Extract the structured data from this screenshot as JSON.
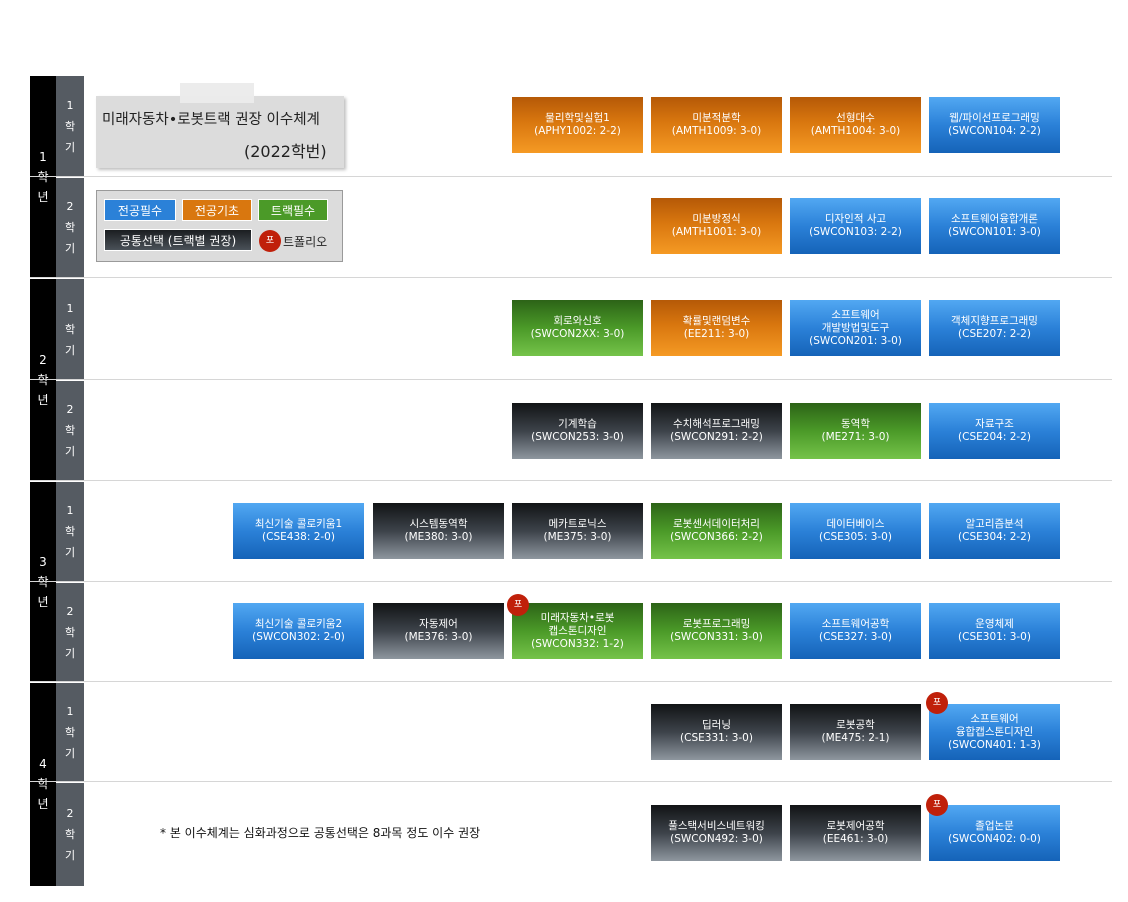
{
  "title": {
    "line1": "미래자동차•로봇트랙 권장 이수체계",
    "line2": "(2022학번)"
  },
  "legend": {
    "major_required": "전공필수",
    "major_basic": "전공기초",
    "track_required": "트랙필수",
    "common_elective": "공통선택 (트랙별 권장)",
    "portfolio_badge": "포",
    "portfolio_label": "트폴리오"
  },
  "years": {
    "y1": "1 학 년",
    "y2": "2 학 년",
    "y3": "3 학 년",
    "y4": "4 학 년"
  },
  "semesters": {
    "s1": "1 학 기",
    "s2": "2 학 기"
  },
  "colors": {
    "orange": "#d9770f",
    "blue": "#2b81d8",
    "green": "#4b9a28",
    "gray": "#3d434a",
    "badge": "#c0200a"
  },
  "courses": {
    "c1": {
      "l1": "물리학및실험1",
      "l2": "(APHY1002: 2-2)"
    },
    "c2": {
      "l1": "미분적분학",
      "l2": "(AMTH1009: 3-0)"
    },
    "c3": {
      "l1": "선형대수",
      "l2": "(AMTH1004: 3-0)"
    },
    "c4": {
      "l1": "웹/파이선프로그래밍",
      "l2": "(SWCON104: 2-2)"
    },
    "c5": {
      "l1": "미분방정식",
      "l2": "(AMTH1001: 3-0)"
    },
    "c6": {
      "l1": "디자인적 사고",
      "l2": "(SWCON103: 2-2)"
    },
    "c7": {
      "l1": "소프트웨어융합개론",
      "l2": "(SWCON101: 3-0)"
    },
    "c8": {
      "l1": "회로와신호",
      "l2": "(SWCON2XX: 3-0)"
    },
    "c9": {
      "l1": "확률및랜덤변수",
      "l2": "(EE211: 3-0)"
    },
    "c10": {
      "l1": "소프트웨어",
      "l2": "개발방법및도구",
      "l3": "(SWCON201: 3-0)"
    },
    "c11": {
      "l1": "객체지향프로그래밍",
      "l2": "(CSE207: 2-2)"
    },
    "c12": {
      "l1": "기계학습",
      "l2": "(SWCON253: 3-0)"
    },
    "c13": {
      "l1": "수치해석프로그래밍",
      "l2": "(SWCON291: 2-2)"
    },
    "c14": {
      "l1": "동역학",
      "l2": "(ME271: 3-0)"
    },
    "c15": {
      "l1": "자료구조",
      "l2": "(CSE204: 2-2)"
    },
    "c16": {
      "l1": "최신기술 콜로키움1",
      "l2": "(CSE438: 2-0)"
    },
    "c17": {
      "l1": "시스템동역학",
      "l2": "(ME380: 3-0)"
    },
    "c18": {
      "l1": "메카트로닉스",
      "l2": "(ME375: 3-0)"
    },
    "c19": {
      "l1": "로봇센서데이터처리",
      "l2": "(SWCON366: 2-2)"
    },
    "c20": {
      "l1": "데이터베이스",
      "l2": "(CSE305: 3-0)"
    },
    "c21": {
      "l1": "알고리즘분석",
      "l2": "(CSE304: 2-2)"
    },
    "c22": {
      "l1": "최신기술 콜로키움2",
      "l2": "(SWCON302: 2-0)"
    },
    "c23": {
      "l1": "자동제어",
      "l2": "(ME376: 3-0)"
    },
    "c24": {
      "l1": "미래자동차•로봇",
      "l2": "캡스톤디자인",
      "l3": "(SWCON332: 1-2)"
    },
    "c25": {
      "l1": "로봇프로그래밍",
      "l2": "(SWCON331: 3-0)"
    },
    "c26": {
      "l1": "소프트웨어공학",
      "l2": "(CSE327: 3-0)"
    },
    "c27": {
      "l1": "운영체제",
      "l2": "(CSE301: 3-0)"
    },
    "c28": {
      "l1": "딥러닝",
      "l2": "(CSE331: 3-0)"
    },
    "c29": {
      "l1": "로봇공학",
      "l2": "(ME475: 2-1)"
    },
    "c30": {
      "l1": "소프트웨어",
      "l2": "융합캡스톤디자인",
      "l3": "(SWCON401: 1-3)"
    },
    "c31": {
      "l1": "풀스택서비스네트워킹",
      "l2": "(SWCON492: 3-0)"
    },
    "c32": {
      "l1": "로봇제어공학",
      "l2": "(EE461: 3-0)"
    },
    "c33": {
      "l1": "졸업논문",
      "l2": "(SWCON402: 0-0)"
    }
  },
  "note": "* 본 이수체계는 심화과정으로 공통선택은 8과목 정도 이수 권장"
}
